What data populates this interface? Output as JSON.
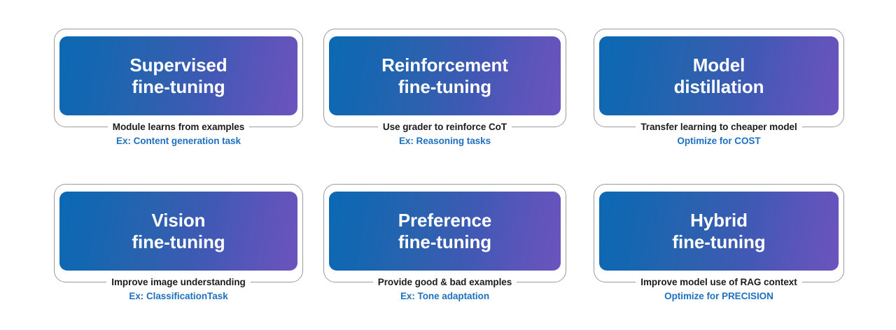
{
  "palette": {
    "gradient_start": "#0c68b3",
    "gradient_mid": "#3660ae",
    "gradient_end": "#6b54bd",
    "outline": "#9a9a9a",
    "caption_text": "#1b1b1b",
    "subcaption_text": "#1f70bf",
    "title_text": "#ffffff",
    "background": "#ffffff"
  },
  "cards": [
    {
      "title": "Supervised\nfine-tuning",
      "caption": "Module learns from examples",
      "subcaption": "Ex: Content generation task"
    },
    {
      "title": "Reinforcement\nfine-tuning",
      "caption": "Use grader to reinforce CoT",
      "subcaption": "Ex: Reasoning tasks"
    },
    {
      "title": "Model\ndistillation",
      "caption": "Transfer learning to cheaper model",
      "subcaption": "Optimize for COST"
    },
    {
      "title": "Vision\nfine-tuning",
      "caption": "Improve image understanding",
      "subcaption": "Ex: ClassificationTask"
    },
    {
      "title": "Preference\nfine-tuning",
      "caption": "Provide good & bad examples",
      "subcaption": "Ex: Tone adaptation"
    },
    {
      "title": "Hybrid\nfine-tuning",
      "caption": "Improve model use of RAG context",
      "subcaption": "Optimize for PRECISION"
    }
  ]
}
